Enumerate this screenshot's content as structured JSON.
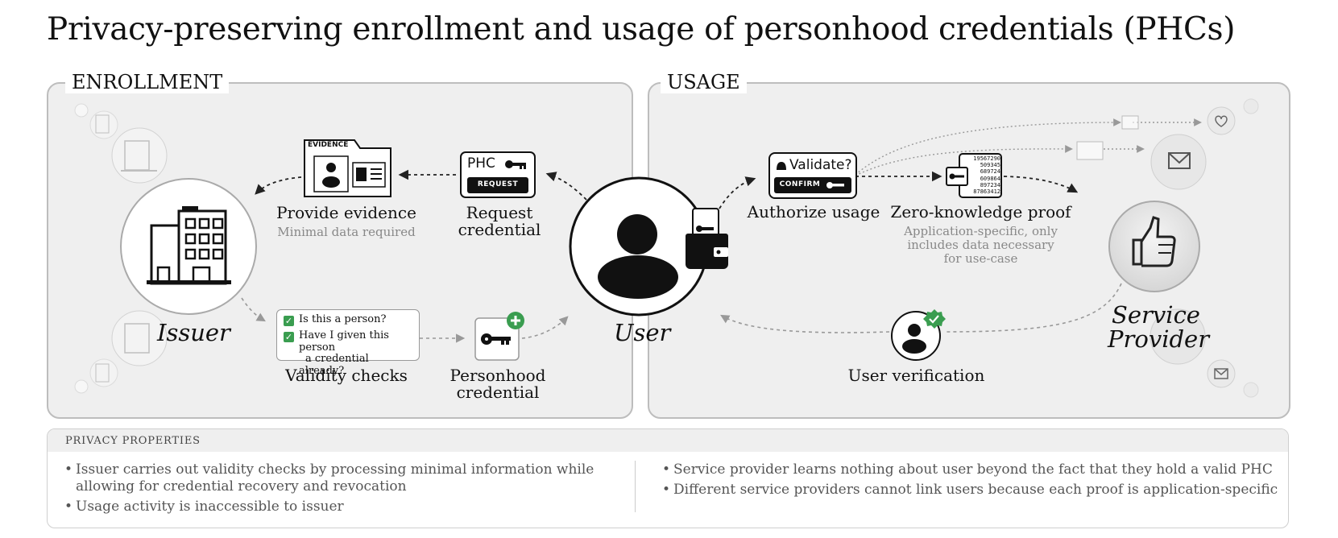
{
  "title": "Privacy-preserving enrollment and usage of personhood credentials (PHCs)",
  "enrollment": {
    "label": "ENROLLMENT",
    "issuer": "Issuer",
    "provide_evidence": {
      "title": "Provide evidence",
      "sub": "Minimal data required",
      "card": "EVIDENCE"
    },
    "request_credential": {
      "title_1": "Request",
      "title_2": "credential",
      "card_top": "PHC",
      "card_btn": "REQUEST"
    },
    "validity_checks": {
      "title": "Validity checks",
      "q1": "Is this a person?",
      "q2_1": "Have I given this person",
      "q2_2": "a credential already?"
    },
    "personhood_credential": {
      "title_1": "Personhood",
      "title_2": "credential"
    }
  },
  "user": "User",
  "usage": {
    "label": "USAGE",
    "authorize": {
      "title": "Authorize usage",
      "card_top": "Validate?",
      "card_btn": "CONFIRM"
    },
    "zkp": {
      "title": "Zero-knowledge proof",
      "sub_1": "Application-specific, only",
      "sub_2": "includes data necessary",
      "sub_3": "for use-case",
      "digits": [
        "19567290",
        "509345",
        "689724",
        "609864",
        "897234",
        "87863412"
      ]
    },
    "user_verification": "User verification",
    "service_provider_1": "Service",
    "service_provider_2": "Provider"
  },
  "privacy": {
    "header": "PRIVACY PROPERTIES",
    "left_1a": "Issuer carries out validity checks by processing minimal information while",
    "left_1b": "allowing for credential recovery and revocation",
    "left_2": "Usage activity is inaccessible to issuer",
    "right_1": "Service provider learns nothing about user beyond the fact that they hold a valid PHC",
    "right_2": "Different service providers cannot link users because each proof is application-specific"
  },
  "colors": {
    "panel_bg": "#efefef",
    "panel_border": "#bdbdbd",
    "check_green": "#3a9d50",
    "muted_text": "#888888"
  }
}
